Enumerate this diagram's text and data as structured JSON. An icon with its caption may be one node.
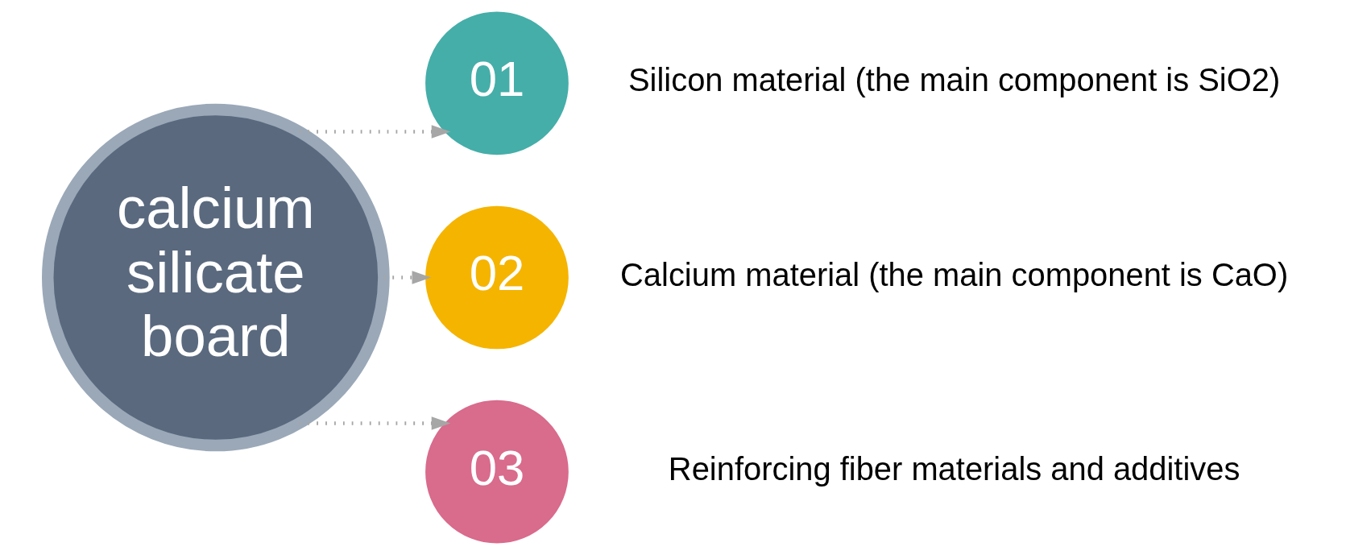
{
  "diagram": {
    "nodes": [
      {
        "text": [
          "calcium silicate board"
        ]
      },
      {
        "text": [
          "01"
        ],
        "beside": [
          "Silicon material (the main component is SiO2)"
        ]
      },
      {
        "text": [
          "02"
        ],
        "beside": [
          "Calcium material (the main component is CaO)"
        ]
      },
      {
        "text": [
          "03"
        ],
        "beside": [
          "Reinforcing fiber materials and additives"
        ]
      }
    ],
    "edges": [
      {
        "from": 0,
        "to": 1,
        "arrow": "to",
        "style": "dashed"
      },
      {
        "from": 0,
        "to": 2,
        "arrow": "to",
        "style": "dashed"
      },
      {
        "from": 0,
        "to": 3,
        "arrow": "to",
        "style": "dashed"
      }
    ]
  }
}
